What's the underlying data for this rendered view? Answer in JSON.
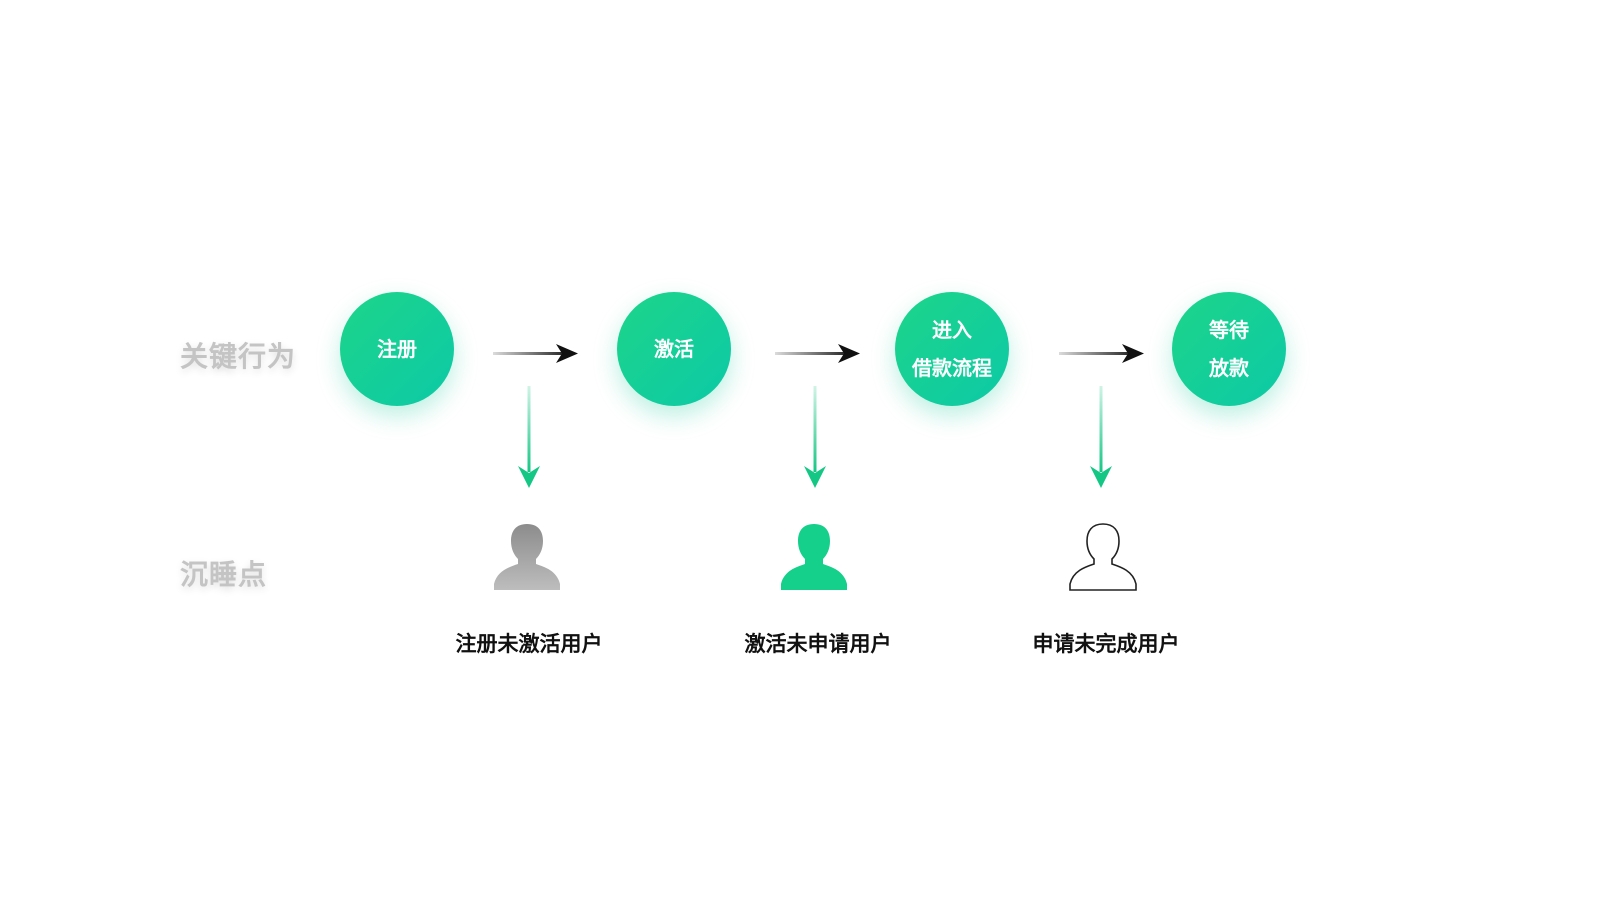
{
  "row_labels": {
    "actions": "关键行为",
    "sleep_points": "沉睡点"
  },
  "steps": [
    {
      "lines": [
        "注册"
      ]
    },
    {
      "lines": [
        "激活"
      ]
    },
    {
      "lines": [
        "进入",
        "借款流程"
      ]
    },
    {
      "lines": [
        "等待",
        "放款"
      ]
    }
  ],
  "sleep_users": [
    {
      "label": "注册未激活用户",
      "icon": "user-silhouette-gray-icon",
      "style": "filled-gray"
    },
    {
      "label": "激活未申请用户",
      "icon": "user-silhouette-green-icon",
      "style": "filled-green"
    },
    {
      "label": "申请未完成用户",
      "icon": "user-outline-icon",
      "style": "outline"
    }
  ],
  "colors": {
    "accent_start": "#1dd58a",
    "accent_end": "#0cc9a6",
    "arrow_dark": "#111111",
    "arrow_green": "#14c784",
    "row_label": "#c4c4c4",
    "user_gray": "#9a9a9a",
    "user_green": "#14d08a",
    "user_label": "#111111"
  }
}
